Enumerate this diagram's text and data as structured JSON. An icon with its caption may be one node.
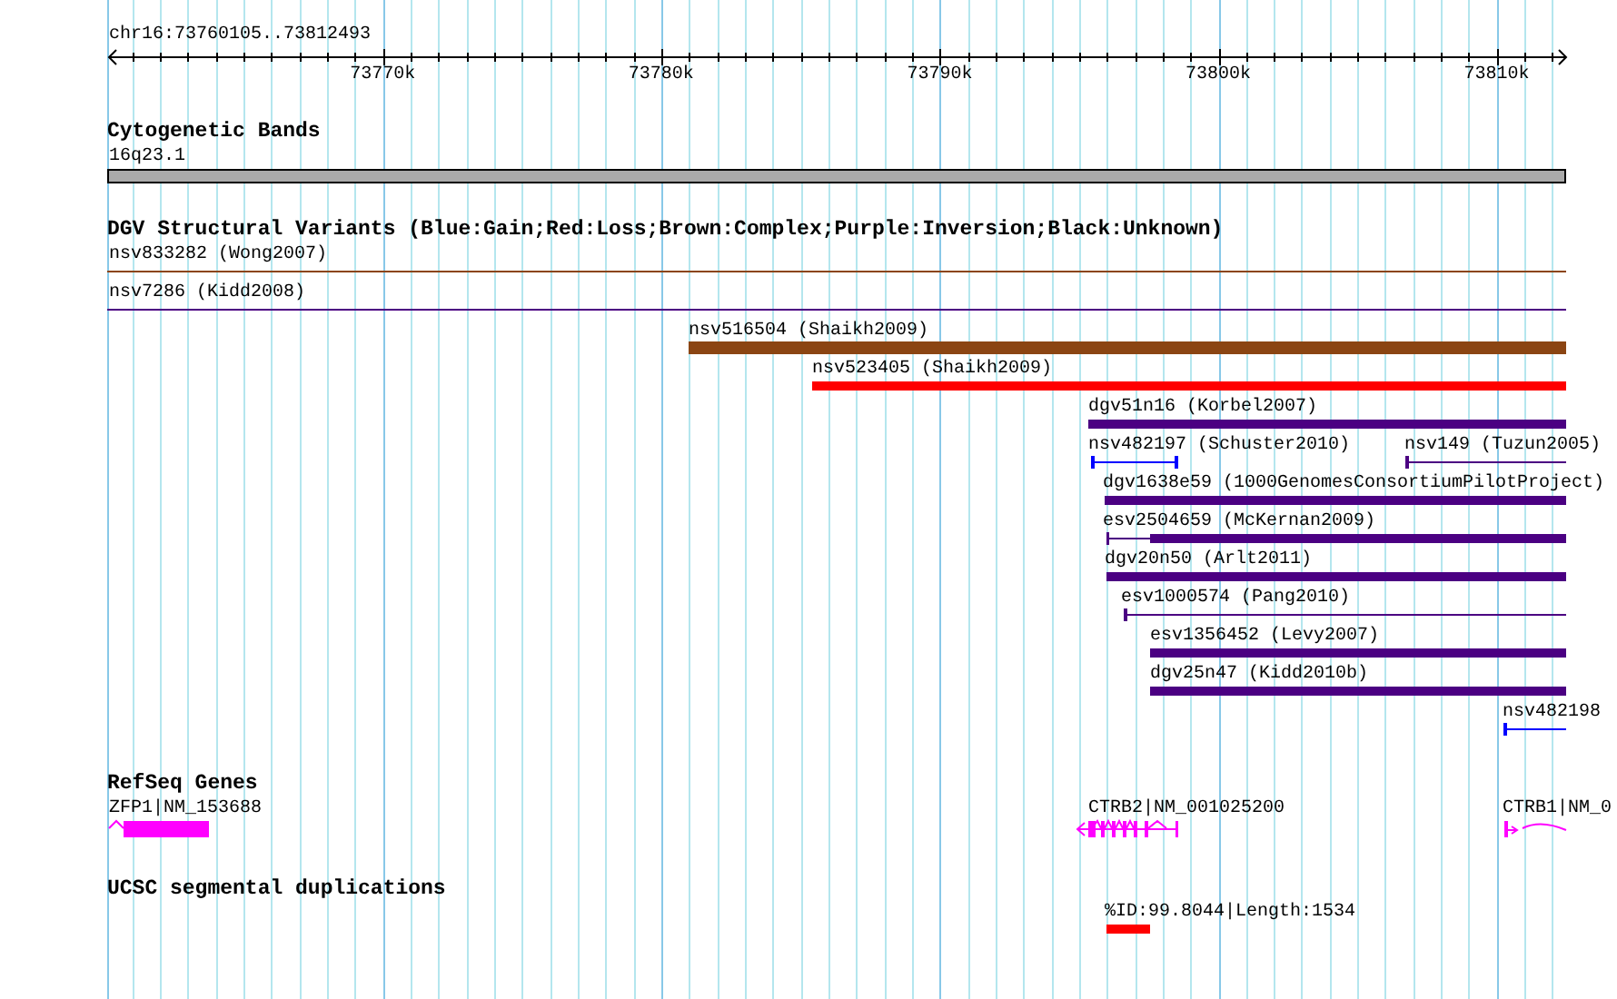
{
  "diagram": {
    "nodes": [
      {
        "text": [
          "16q23.1"
        ]
      },
      {
        "text": [
          "nsv833282 (Wong2007)"
        ]
      },
      {
        "text": [
          "nsv7286 (Kidd2008)"
        ]
      },
      {
        "text": [
          "nsv516504 (Shaikh2009)"
        ]
      },
      {
        "text": [
          "nsv523405 (Shaikh2009)"
        ]
      },
      {
        "text": [
          "dgv51n16 (Korbel2007)"
        ]
      },
      {
        "text": [
          "nsv482197 (Schuster2010)"
        ]
      },
      {
        "text": [
          "nsv149 (Tuzun2005)"
        ]
      },
      {
        "text": [
          "dgv1638e59 (1000GenomesConsortiumPilotProject)"
        ]
      },
      {
        "text": [
          "esv2504659 (McKernan2009)"
        ]
      },
      {
        "text": [
          "dgv20n50 (Arlt2011)"
        ]
      },
      {
        "text": [
          "esv1000574 (Pang2010)"
        ]
      },
      {
        "text": [
          "esv1356452 (Levy2007)"
        ]
      },
      {
        "text": [
          "dgv25n47 (Kidd2010b)"
        ]
      },
      {
        "text": [
          "nsv482198"
        ]
      },
      {
        "text": [
          "ZFP1|NM_153688"
        ]
      },
      {
        "text": [
          "CTRB2|NM_001025200"
        ]
      },
      {
        "text": [
          "CTRB1|NM_0"
        ]
      },
      {
        "text": [
          "%ID:99.8044|Length:1534"
        ]
      }
    ],
    "labels": [
      "chr16:73760105..73812493",
      "73770k",
      "73780k",
      "73790k",
      "73800k",
      "73810k",
      "Cytogenetic Bands",
      "DGV Structural Variants (Blue:Gain;Red:Loss;Brown:Complex;Purple:Inversion;Black:Unknown)",
      "RefSeq Genes",
      "UCSC segmental duplications"
    ]
  }
}
